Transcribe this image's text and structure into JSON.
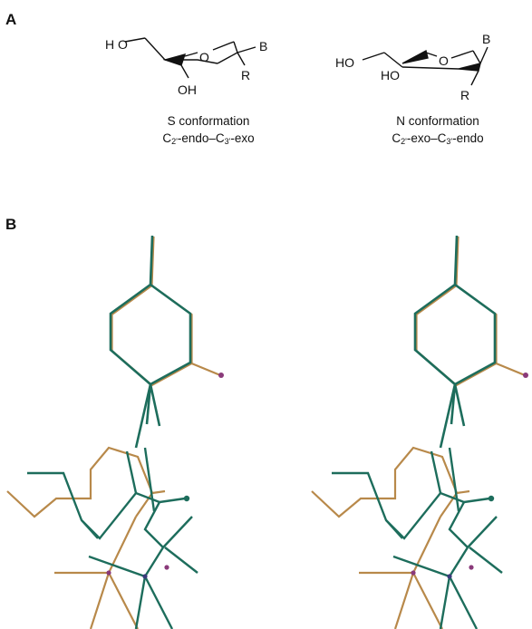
{
  "panel_a": {
    "label": "A",
    "s_conf": {
      "atoms": {
        "hydroxyl_top": "H O",
        "oh": "OH",
        "ring_o": "O",
        "base": "B",
        "r": "R"
      },
      "title": "S conformation",
      "c2": "C",
      "c2_sub": "2'",
      "mid1": "-endo–C",
      "c3_sub": "3'",
      "tail": "-exo"
    },
    "n_conf": {
      "atoms": {
        "ho_top": "HO",
        "ho_ring": "HO",
        "ring_o": "O",
        "base": "B",
        "r": "R"
      },
      "title": "N conformation",
      "c2": "C",
      "c2_sub": "2'",
      "mid1": "-exo–C",
      "c3_sub": "3'",
      "tail": "-endo"
    }
  },
  "panel_b": {
    "label": "B",
    "colors": {
      "teal": "#1d6d5c",
      "tan": "#b8894a",
      "magenta": "#8a3a7a"
    }
  }
}
